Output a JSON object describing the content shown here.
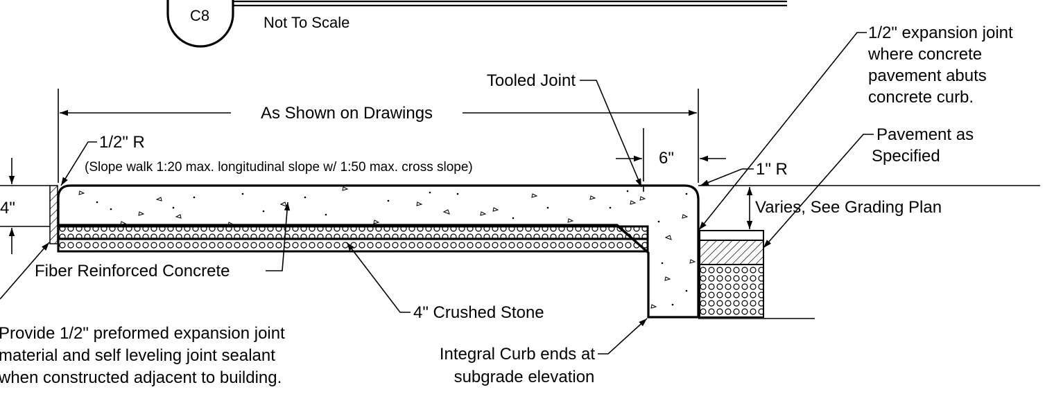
{
  "title_block": {
    "detail_number": "C8",
    "scale_note": "Not To Scale"
  },
  "labels": {
    "as_shown": "As Shown on Drawings",
    "tooled_joint": "Tooled Joint",
    "radius_half": "1/2\" R",
    "slope_note": "(Slope walk 1:20 max. longitudinal slope w/ 1:50 max. cross slope)",
    "dim_6": "6\"",
    "radius_one": "1\" R",
    "dim_4": "4\"",
    "varies": "Varies, See Grading Plan",
    "fiber_concrete": "Fiber Reinforced Concrete",
    "crushed_stone": "4\" Crushed Stone",
    "expansion_line1": "1/2\" expansion joint",
    "expansion_line2": "where concrete",
    "expansion_line3": "pavement abuts",
    "expansion_line4": "concrete curb.",
    "pavement_line1": "Pavement as",
    "pavement_line2": "Specified",
    "provide_line1": "Provide 1/2\" preformed expansion joint",
    "provide_line2": "material and self leveling joint sealant",
    "provide_line3": "when constructed adjacent to building.",
    "curb_line1": "Integral Curb ends at",
    "curb_line2": "subgrade elevation"
  }
}
